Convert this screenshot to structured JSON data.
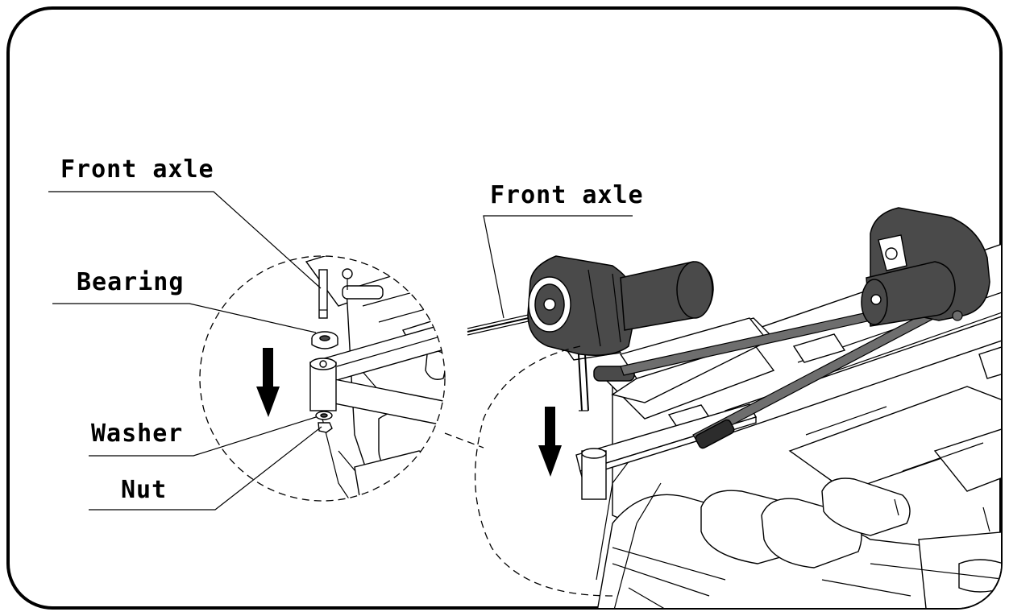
{
  "labels": {
    "front_axle_left": "Front axle",
    "bearing": "Bearing",
    "washer": "Washer",
    "nut": "Nut",
    "front_axle_right": "Front axle"
  },
  "icons": {
    "arrow_left": "down-arrow-icon",
    "arrow_right": "down-arrow-icon"
  }
}
